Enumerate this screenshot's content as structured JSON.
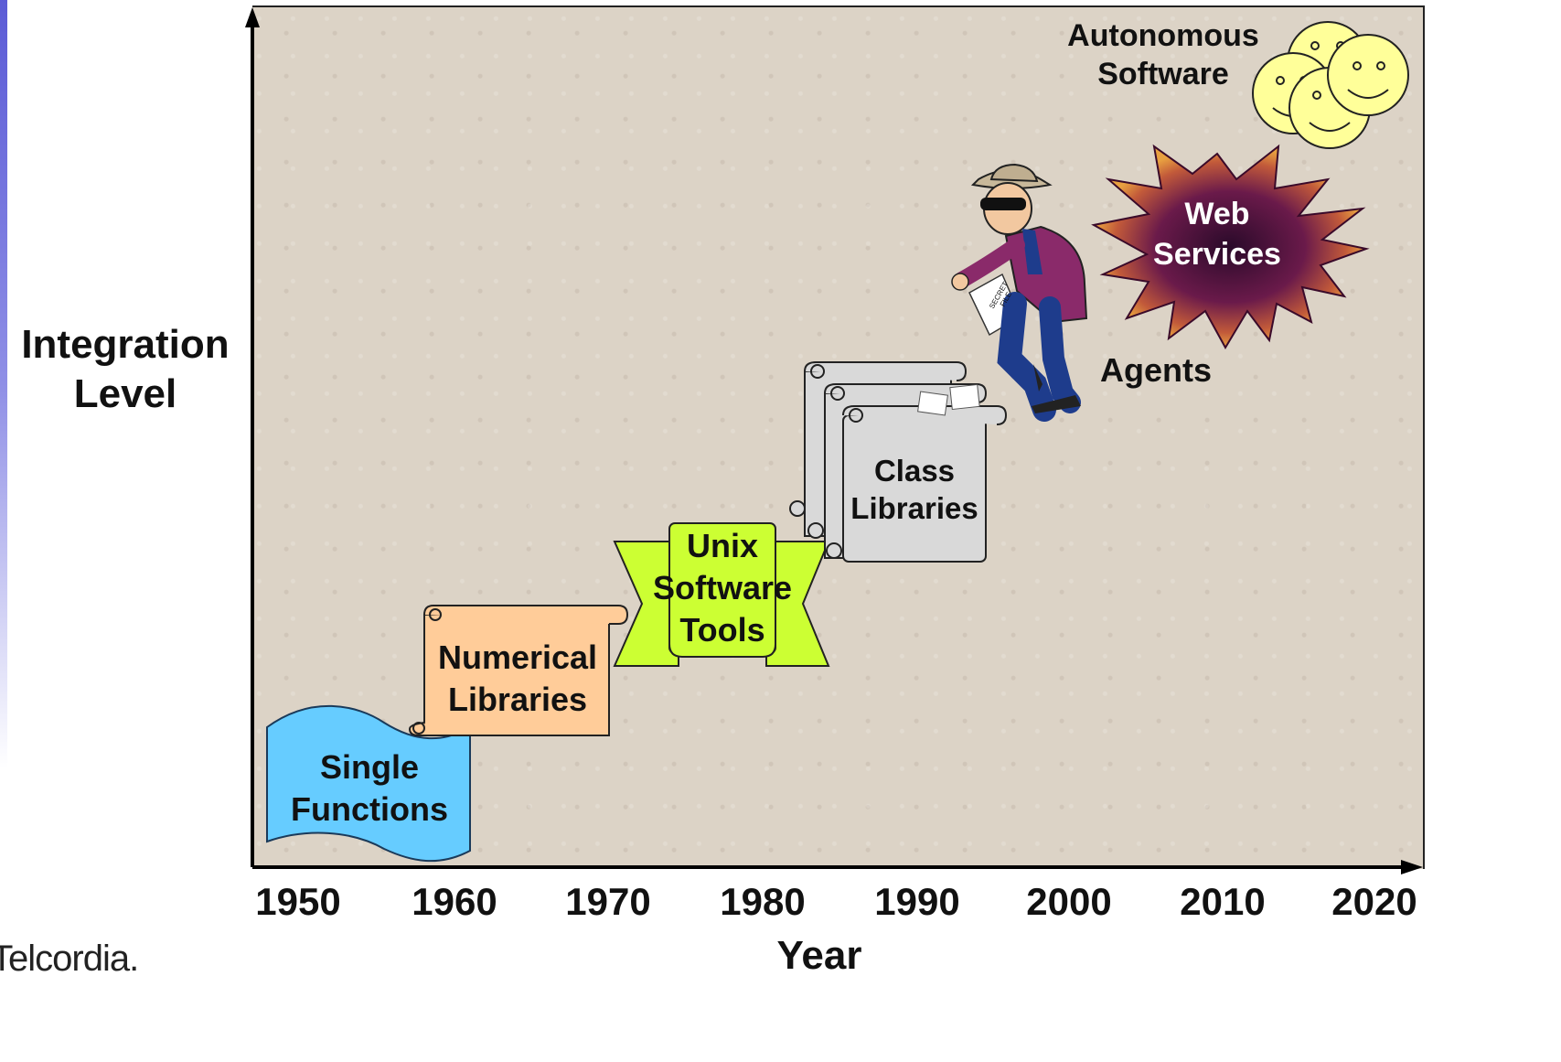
{
  "axes": {
    "y_label": "Integration Level",
    "x_label": "Year",
    "x_ticks": [
      "1950",
      "1960",
      "1970",
      "1980",
      "1990",
      "2000",
      "2010",
      "2020"
    ]
  },
  "stages": {
    "single_functions": "Single Functions",
    "numerical_libraries": "Numerical Libraries",
    "unix_tools": "Unix Software Tools",
    "class_libraries": "Class Libraries",
    "agents": "Agents",
    "web_services": "Web Services",
    "autonomous_software": "Autonomous Software"
  },
  "decor": {
    "secret_file": "SECRET FILE"
  },
  "logo": {
    "text": "Telcordia."
  },
  "colors": {
    "plot_bg": "#dcd3c6",
    "single_functions": "#66ccff",
    "numerical_libraries": "#ffcc99",
    "unix_tools": "#ccff33",
    "class_libraries": "#d9d9d9",
    "web_services_star": "#5a1a3a",
    "autonomous_faces": "#ffff99"
  }
}
